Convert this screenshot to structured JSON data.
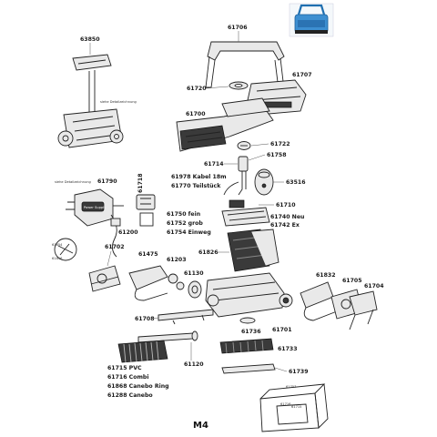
{
  "model": "M4",
  "notes": {
    "caddy_detail": "siehe Detailzeichnung",
    "powersupply_detail": "siehe Detailzeichnung",
    "powersupply_panel": "Power Supply"
  },
  "parts": {
    "p61706": "61706",
    "p63850": "63850",
    "p61707": "61707",
    "p61720": "61720",
    "p61700": "61700",
    "p61722": "61722",
    "p61758": "61758",
    "p61714": "61714",
    "p63516": "63516",
    "p61978": "61978 Kabel 18m",
    "p61770": "61770 Teilstück",
    "p61790": "61790",
    "p61718": "61718",
    "p61710": "61710",
    "p61740": "61740 Neu",
    "p61742": "61742 Ex",
    "p61750": "61750 fein",
    "p61752": "61752 grob",
    "p61754": "61754 Einweg",
    "p61200": "61200",
    "p61854": "61854",
    "p61856": "61856",
    "p61702": "61702",
    "p61475": "61475",
    "p61203": "61203",
    "p61826": "61826",
    "p61130": "61130",
    "p61832": "61832",
    "p61705": "61705",
    "p61704": "61704",
    "p61708": "61708",
    "p61736": "61736",
    "p61701": "61701",
    "p61120": "61120",
    "p61733": "61733",
    "p61715": "61715 PVC",
    "p61716": "61716 Combi",
    "p61868": "61868 Canebo Ring",
    "p61288": "61288 Canebo",
    "p61739": "61739",
    "p61757": "61757",
    "p61716b": "61716",
    "p61715b": "61715"
  },
  "colors": {
    "robot_blue": "#3d8fd1",
    "ink": "#222222",
    "background": "#ffffff"
  }
}
